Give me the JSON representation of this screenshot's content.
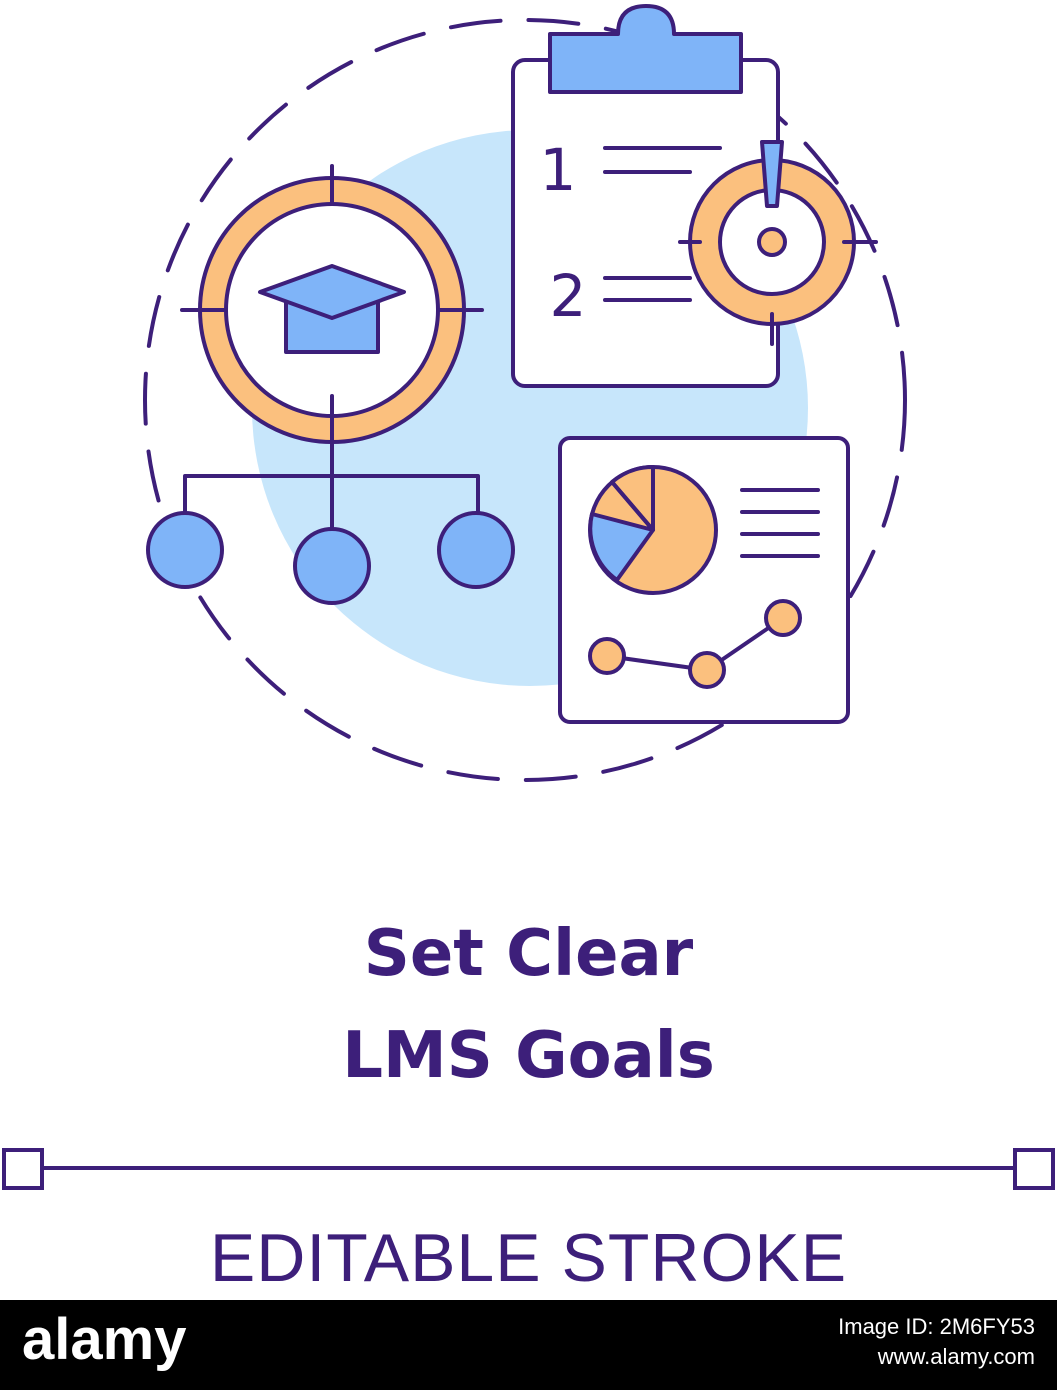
{
  "colors": {
    "stroke": "#3d1f7a",
    "orange": "#fbc07e",
    "blue": "#7fb4f8",
    "light_blue": "#c7e6fb",
    "footer_bg": "#000000",
    "footer_text": "#ffffff"
  },
  "icons": [
    "graduation-cap-target-icon",
    "clipboard-list-icon",
    "warning-target-icon",
    "org-chart-icon",
    "pie-chart-report-icon",
    "line-graph-icon"
  ],
  "clipboard": {
    "item_1": "1",
    "item_2": "2"
  },
  "title": {
    "line1": "Set Clear",
    "line2": "LMS Goals"
  },
  "caption": "EDITABLE STROKE",
  "footer": {
    "logo": "alamy",
    "image_id": "Image ID: 2M6FY53",
    "site": "www.alamy.com"
  }
}
